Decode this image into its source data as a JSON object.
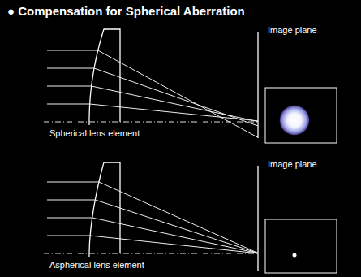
{
  "diagram": {
    "title": "● Compensation for Spherical Aberration",
    "labels": [
      "Image plane",
      "Spherical lens element",
      "Image plane",
      "Aspherical lens element"
    ]
  }
}
